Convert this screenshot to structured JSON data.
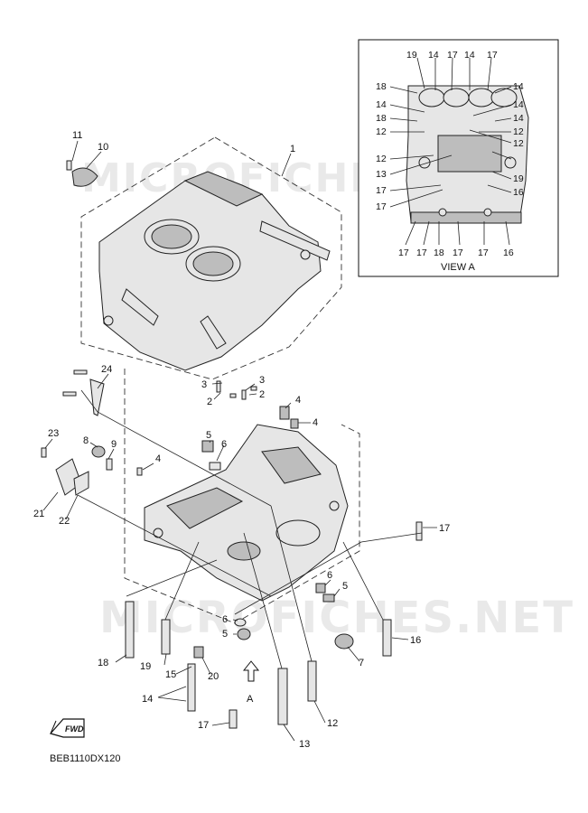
{
  "watermark": "MICROFICHES.NET",
  "diagram_code": "BEB1110DX120",
  "fwd_label": "FWD",
  "view": {
    "title": "VIEW A",
    "arrow_label": "A",
    "callouts": [
      "19",
      "14",
      "17",
      "14",
      "17",
      "18",
      "14",
      "18",
      "12",
      "14",
      "14",
      "14",
      "12",
      "12",
      "12",
      "13",
      "17",
      "17",
      "19",
      "16",
      "17",
      "17",
      "18",
      "17",
      "17",
      "16"
    ]
  },
  "callouts": [
    "11",
    "10",
    "1",
    "24",
    "3",
    "3",
    "2",
    "2",
    "4",
    "4",
    "23",
    "8",
    "9",
    "5",
    "6",
    "4",
    "21",
    "22",
    "17",
    "6",
    "5",
    "6",
    "5",
    "7",
    "16",
    "18",
    "19",
    "20",
    "15",
    "14",
    "17",
    "13",
    "12"
  ]
}
